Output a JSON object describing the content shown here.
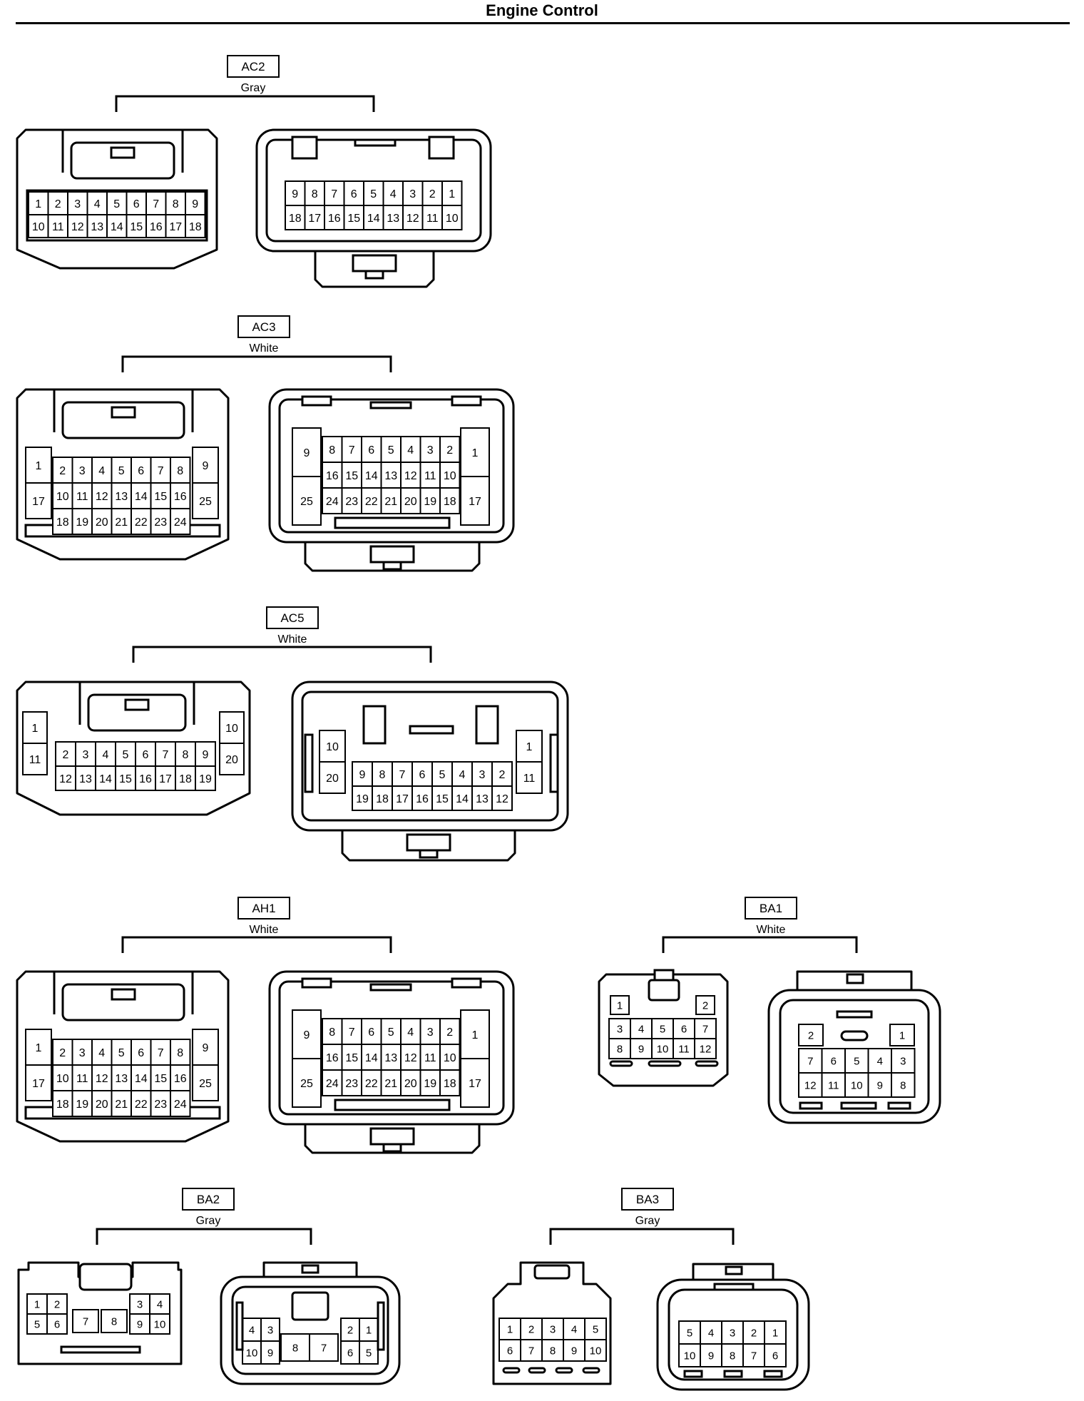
{
  "page": {
    "title": "Engine Control"
  },
  "connectors": [
    {
      "id": "AC2",
      "color": "Gray",
      "female_rows": [
        [
          "1",
          "2",
          "3",
          "4",
          "5",
          "6",
          "7",
          "8",
          "9"
        ],
        [
          "10",
          "11",
          "12",
          "13",
          "14",
          "15",
          "16",
          "17",
          "18"
        ]
      ],
      "male_rows": [
        [
          "9",
          "8",
          "7",
          "6",
          "5",
          "4",
          "3",
          "2",
          "1"
        ],
        [
          "18",
          "17",
          "16",
          "15",
          "14",
          "13",
          "12",
          "11",
          "10"
        ]
      ]
    },
    {
      "id": "AC3",
      "color": "White",
      "female_rows": [
        [
          "2",
          "3",
          "4",
          "5",
          "6",
          "7",
          "8"
        ],
        [
          "10",
          "11",
          "12",
          "13",
          "14",
          "15",
          "16"
        ],
        [
          "18",
          "19",
          "20",
          "21",
          "22",
          "23",
          "24"
        ]
      ],
      "female_left": [
        "1",
        "17"
      ],
      "female_right": [
        "9",
        "25"
      ],
      "male_rows": [
        [
          "8",
          "7",
          "6",
          "5",
          "4",
          "3",
          "2"
        ],
        [
          "16",
          "15",
          "14",
          "13",
          "12",
          "11",
          "10"
        ],
        [
          "24",
          "23",
          "22",
          "21",
          "20",
          "19",
          "18"
        ]
      ],
      "male_left": [
        "9",
        "25"
      ],
      "male_right": [
        "1",
        "17"
      ]
    },
    {
      "id": "AC5",
      "color": "White",
      "female_rows": [
        [
          "2",
          "3",
          "4",
          "5",
          "6",
          "7",
          "8",
          "9"
        ],
        [
          "12",
          "13",
          "14",
          "15",
          "16",
          "17",
          "18",
          "19"
        ]
      ],
      "female_left": [
        "1",
        "11"
      ],
      "female_right": [
        "10",
        "20"
      ],
      "male_rows": [
        [
          "9",
          "8",
          "7",
          "6",
          "5",
          "4",
          "3",
          "2"
        ],
        [
          "19",
          "18",
          "17",
          "16",
          "15",
          "14",
          "13",
          "12"
        ]
      ],
      "male_left": [
        "10",
        "20"
      ],
      "male_right": [
        "1",
        "11"
      ]
    },
    {
      "id": "AH1",
      "color": "White",
      "female_rows": [
        [
          "2",
          "3",
          "4",
          "5",
          "6",
          "7",
          "8"
        ],
        [
          "10",
          "11",
          "12",
          "13",
          "14",
          "15",
          "16"
        ],
        [
          "18",
          "19",
          "20",
          "21",
          "22",
          "23",
          "24"
        ]
      ],
      "female_left": [
        "1",
        "17"
      ],
      "female_right": [
        "9",
        "25"
      ],
      "male_rows": [
        [
          "8",
          "7",
          "6",
          "5",
          "4",
          "3",
          "2"
        ],
        [
          "16",
          "15",
          "14",
          "13",
          "12",
          "11",
          "10"
        ],
        [
          "24",
          "23",
          "22",
          "21",
          "20",
          "19",
          "18"
        ]
      ],
      "male_left": [
        "9",
        "25"
      ],
      "male_right": [
        "1",
        "17"
      ]
    },
    {
      "id": "BA1",
      "color": "White",
      "female_top": [
        "1",
        "2"
      ],
      "female_rows": [
        [
          "3",
          "4",
          "5",
          "6",
          "7"
        ],
        [
          "8",
          "9",
          "10",
          "11",
          "12"
        ]
      ],
      "male_top": [
        "2",
        "1"
      ],
      "male_rows": [
        [
          "7",
          "6",
          "5",
          "4",
          "3"
        ],
        [
          "12",
          "11",
          "10",
          "9",
          "8"
        ]
      ]
    },
    {
      "id": "BA2",
      "color": "Gray",
      "female_pins": [
        "1",
        "2",
        "3",
        "4",
        "5",
        "6",
        "7",
        "8",
        "9",
        "10"
      ],
      "male_pins": [
        "4",
        "3",
        "2",
        "1",
        "10",
        "9",
        "8",
        "7",
        "6",
        "5"
      ]
    },
    {
      "id": "BA3",
      "color": "Gray",
      "female_rows": [
        [
          "1",
          "2",
          "3",
          "4",
          "5"
        ],
        [
          "6",
          "7",
          "8",
          "9",
          "10"
        ]
      ],
      "male_rows": [
        [
          "5",
          "4",
          "3",
          "2",
          "1"
        ],
        [
          "10",
          "9",
          "8",
          "7",
          "6"
        ]
      ]
    }
  ]
}
